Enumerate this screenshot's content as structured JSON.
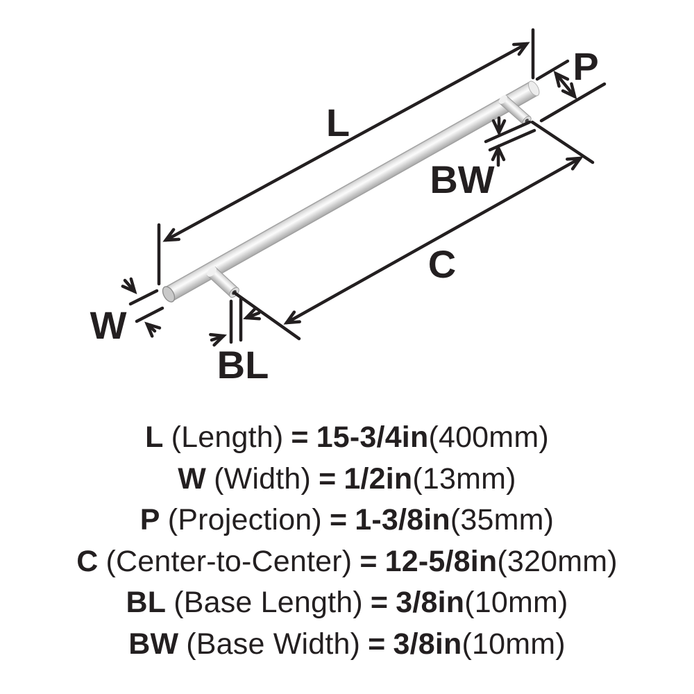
{
  "diagram": {
    "labels": {
      "L": "L",
      "W": "W",
      "P": "P",
      "C": "C",
      "BL": "BL",
      "BW": "BW"
    }
  },
  "specs": {
    "rows": [
      {
        "symbol": "L",
        "name": "(Length)",
        "eq": "=",
        "imperial": "15-3/4in",
        "metric": "(400mm)"
      },
      {
        "symbol": "W",
        "name": "(Width)",
        "eq": "=",
        "imperial": "1/2in",
        "metric": "(13mm)"
      },
      {
        "symbol": "P",
        "name": "(Projection)",
        "eq": "=",
        "imperial": "1-3/8in",
        "metric": "(35mm)"
      },
      {
        "symbol": "C",
        "name": "(Center-to-Center)",
        "eq": "=",
        "imperial": "12-5/8in",
        "metric": "(320mm)"
      },
      {
        "symbol": "BL",
        "name": "(Base Length)",
        "eq": "=",
        "imperial": "3/8in",
        "metric": "(10mm)"
      },
      {
        "symbol": "BW",
        "name": "(Base Width)",
        "eq": "=",
        "imperial": "3/8in",
        "metric": "(10mm)"
      }
    ]
  },
  "colors": {
    "ink": "#231f20",
    "background": "#ffffff",
    "metal_highlight": "#fbfbfb",
    "metal_mid": "#d6d6d6",
    "metal_shadow": "#9e9e9e"
  }
}
